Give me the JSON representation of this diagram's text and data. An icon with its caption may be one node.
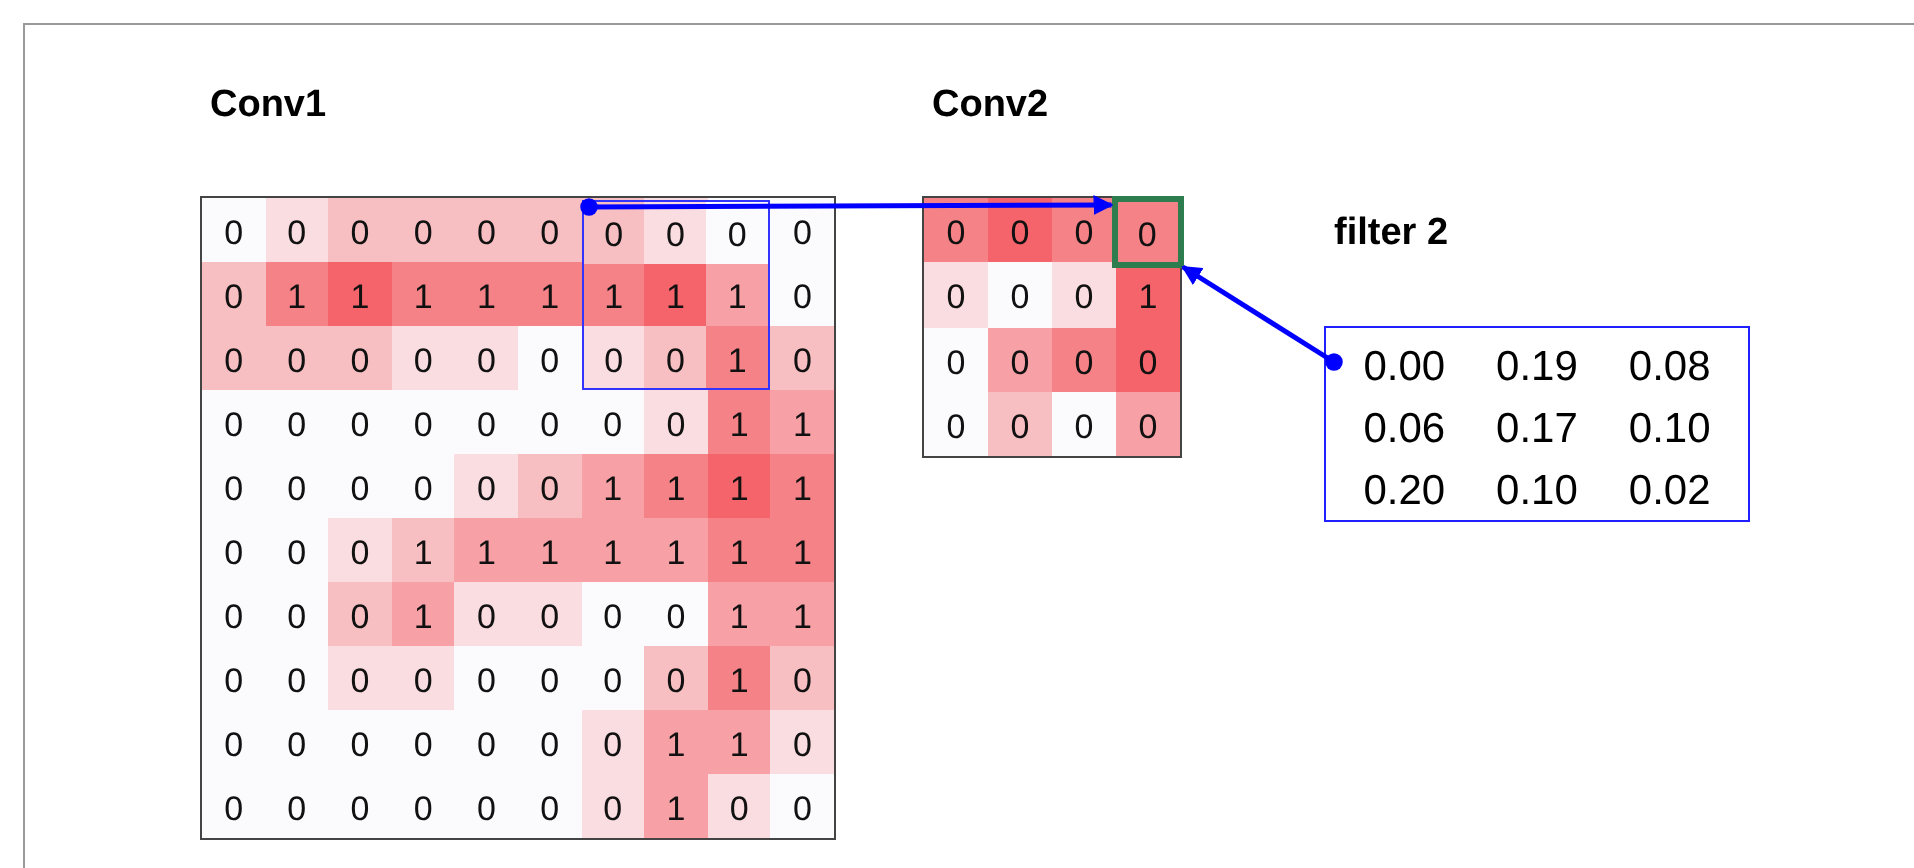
{
  "diagram": {
    "nodes": [
      {
        "text": [
          "Conv1",
          "0",
          "0",
          "0",
          "0",
          "0",
          "0",
          "0",
          "0",
          "1",
          "1",
          "1",
          "1",
          "1",
          "0",
          "0",
          "0",
          "0",
          "0",
          "0",
          "0",
          "0",
          "0",
          "0",
          "0",
          "0",
          "0",
          "0",
          "0",
          "0",
          "1",
          "1",
          "0",
          "0",
          "0",
          "0",
          "0",
          "0",
          "1",
          "1",
          "1",
          "1",
          "0",
          "0",
          "0",
          "1",
          "1",
          "1",
          "1",
          "1",
          "1",
          "1",
          "0",
          "0",
          "0",
          "1",
          "0",
          "0",
          "0",
          "0",
          "1",
          "1",
          "0",
          "0",
          "0",
          "0",
          "0",
          "0",
          "0",
          "0",
          "1",
          "0",
          "0",
          "0",
          "0",
          "0",
          "0",
          "0",
          "0",
          "1",
          "1",
          "0",
          "0",
          "0",
          "0",
          "0",
          "0",
          "0",
          "0",
          "1",
          "0",
          "0"
        ]
      },
      {
        "text": [
          "0",
          "0",
          "0",
          "1",
          "1",
          "1",
          "0",
          "0",
          "1"
        ],
        "in": 0
      },
      {
        "text": [
          "Conv2",
          "0",
          "0",
          "0",
          "0",
          "0",
          "0",
          "1",
          "0",
          "0",
          "0",
          "0",
          "0",
          "0",
          "0",
          "0"
        ]
      },
      {
        "text": [
          "0"
        ],
        "in": 2
      },
      {
        "text": [
          "filter 2",
          "0.00",
          "0.19",
          "0.08",
          "0.06",
          "0.17",
          "0.10",
          "0.20",
          "0.10",
          "0.02"
        ]
      }
    ],
    "edges": [
      {
        "from": 1,
        "to": 3,
        "arrow": "to",
        "color": "#0000ff"
      },
      {
        "from": 4,
        "to": 3,
        "arrow": "to",
        "color": "#0000ff"
      }
    ]
  }
}
